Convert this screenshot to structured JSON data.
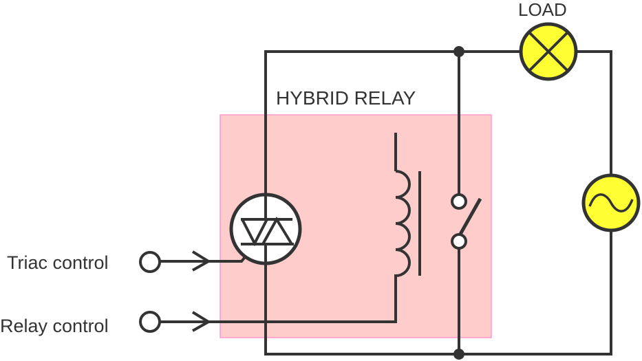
{
  "diagram": {
    "type": "circuit-schematic",
    "labels": {
      "load": "LOAD",
      "hybrid_relay": "HYBRID RELAY",
      "triac_control": "Triac control",
      "relay_control": "Relay control"
    },
    "components": [
      {
        "id": "triac",
        "name": "Triac",
        "symbol": "triac-icon"
      },
      {
        "id": "relay-coil",
        "name": "Relay coil",
        "symbol": "inductor-coil-icon"
      },
      {
        "id": "relay-switch",
        "name": "Relay contact (normally open)",
        "symbol": "switch-icon"
      },
      {
        "id": "load-lamp",
        "name": "Load lamp",
        "symbol": "lamp-icon"
      },
      {
        "id": "ac-source",
        "name": "AC source",
        "symbol": "ac-source-icon"
      }
    ],
    "colors": {
      "wire": "#333333",
      "relay_box_fill": "#ffcccc",
      "relay_box_border": "#ff99cc",
      "lamp_fill": "#ffff33",
      "source_fill": "#ffff33"
    }
  }
}
